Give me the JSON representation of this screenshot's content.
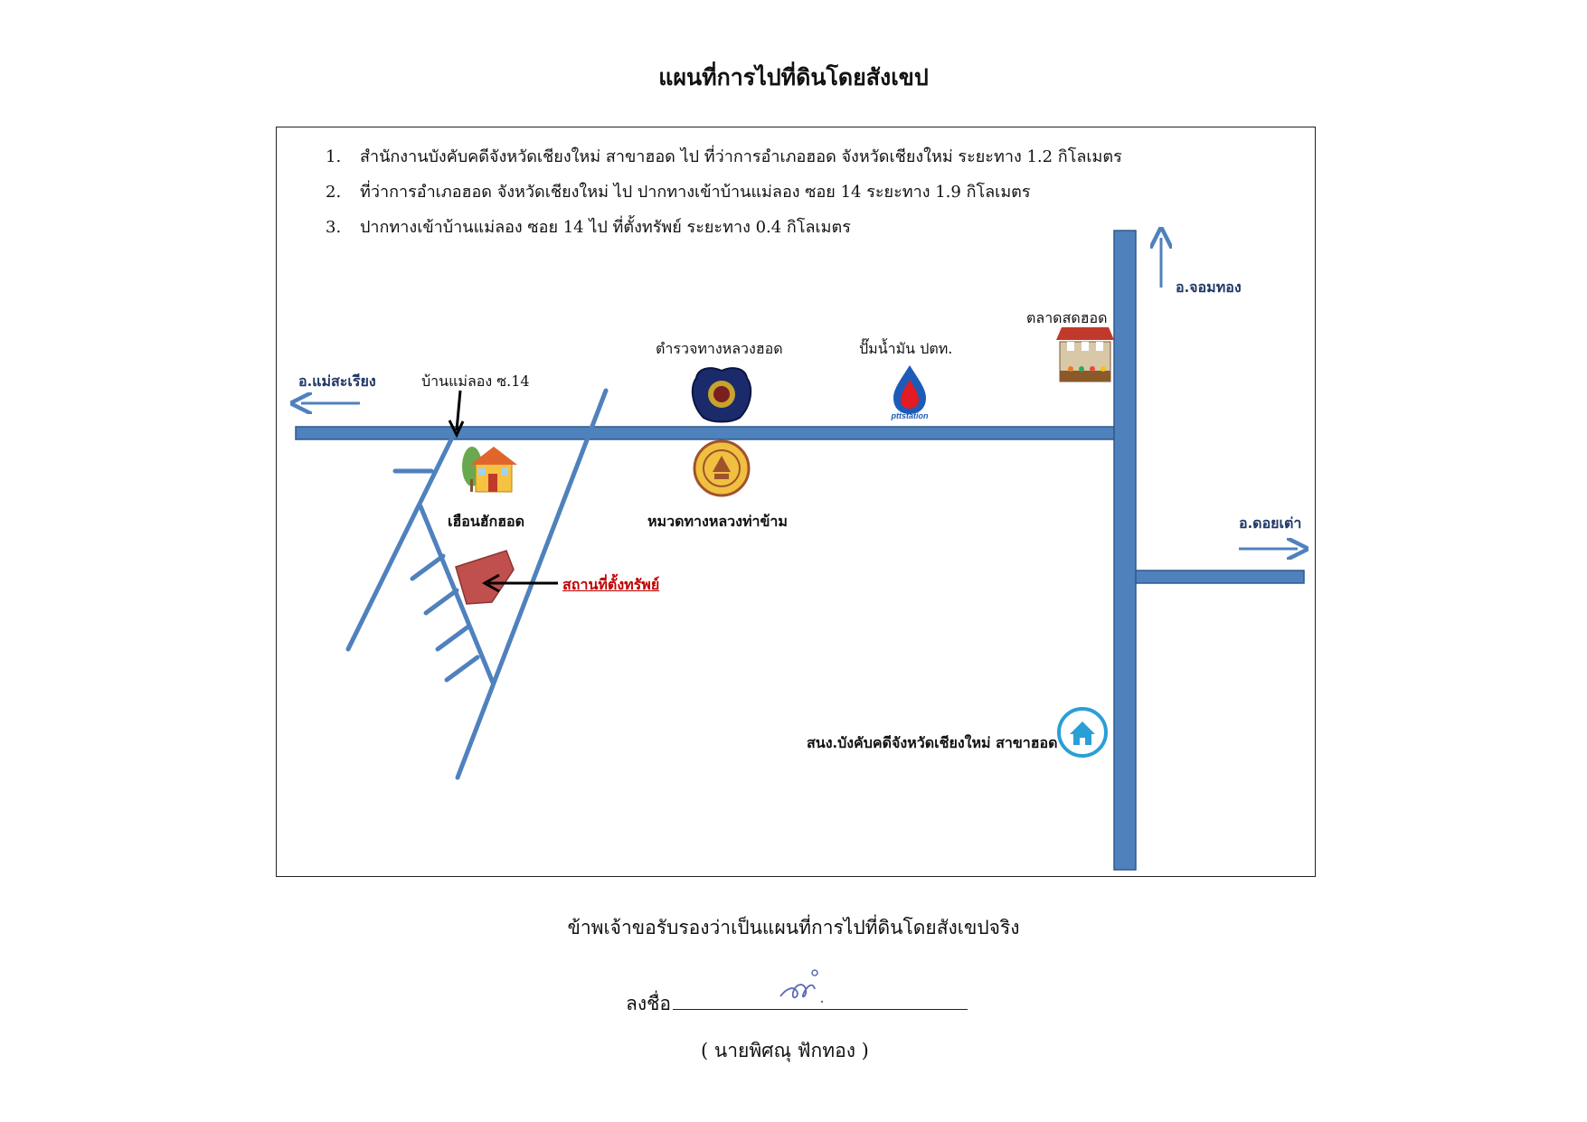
{
  "title": "แผนที่การไปที่ดินโดยสังเขป",
  "routes": [
    {
      "num": "1.",
      "text": "สำนักงานบังคับคดีจังหวัดเชียงใหม่ สาขาฮอด ไป ที่ว่าการอำเภอฮอด จังหวัดเชียงใหม่ ระยะทาง 1.2 กิโลเมตร"
    },
    {
      "num": "2.",
      "text": "ที่ว่าการอำเภอฮอด จังหวัดเชียงใหม่ ไป ปากทางเข้าบ้านแม่ลอง ซอย 14 ระยะทาง 1.9 กิโลเมตร"
    },
    {
      "num": "3.",
      "text": "ปากทางเข้าบ้านแม่ลอง ซอย 14 ไป ที่ตั้งทรัพย์ ระยะทาง 0.4 กิโลเมตร"
    }
  ],
  "map": {
    "dir_west": "อ.แม่สะเรียง",
    "dir_north": "อ.จอมทอง",
    "dir_east": "อ.ดอยเต่า",
    "junction": "บ้านแม่ลอง ซ.14",
    "police": "ตำรวจทางหลวงฮอด",
    "ptt": "ปั๊มน้ำมัน ปตท.",
    "ptt_logo": "pttstation",
    "market": "ตลาดสดฮอด",
    "house": "เฮือนฮักฮอด",
    "highway_unit": "หมวดทางหลวงท่าข้าม",
    "property": "สถานที่ตั้งทรัพย์",
    "office": "สนง.บังคับคดีจังหวัดเชียงใหม่ สาขาฮอด",
    "colors": {
      "road": "#4f81bd",
      "road_edge": "#2f5a8f",
      "property": "#c0504d",
      "arrow_black": "#000000",
      "dir_text": "#1f3864"
    }
  },
  "certify": "ข้าพเจ้าขอรับรองว่าเป็นแผนที่การไปที่ดินโดยสังเขปจริง",
  "sign_label": "ลงชื่อ",
  "signer_name": "(     นายพิศณุ  ฟักทอง     )"
}
